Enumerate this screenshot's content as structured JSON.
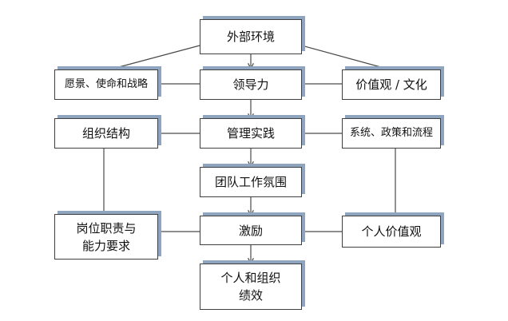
{
  "nodes": {
    "external_environment": "外部环境",
    "vision_mission_strategy": "愿景、使命和战略",
    "leadership": "领导力",
    "values_culture": "价值观 / 文化",
    "org_structure": "组织结构",
    "management_practice": "管理实践",
    "systems_policies": "系统、政策和流程",
    "team_climate": "团队工作氛围",
    "job_requirements": {
      "line1": "岗位职责与",
      "line2": "能力要求"
    },
    "motivation": "激励",
    "personal_values": "个人价值观",
    "performance": {
      "line1": "个人和组织",
      "line2": "绩效"
    }
  },
  "colors": {
    "border": "#3f3f3f",
    "shadow": "#8fa5bf",
    "connector": "#4a4a4a"
  }
}
